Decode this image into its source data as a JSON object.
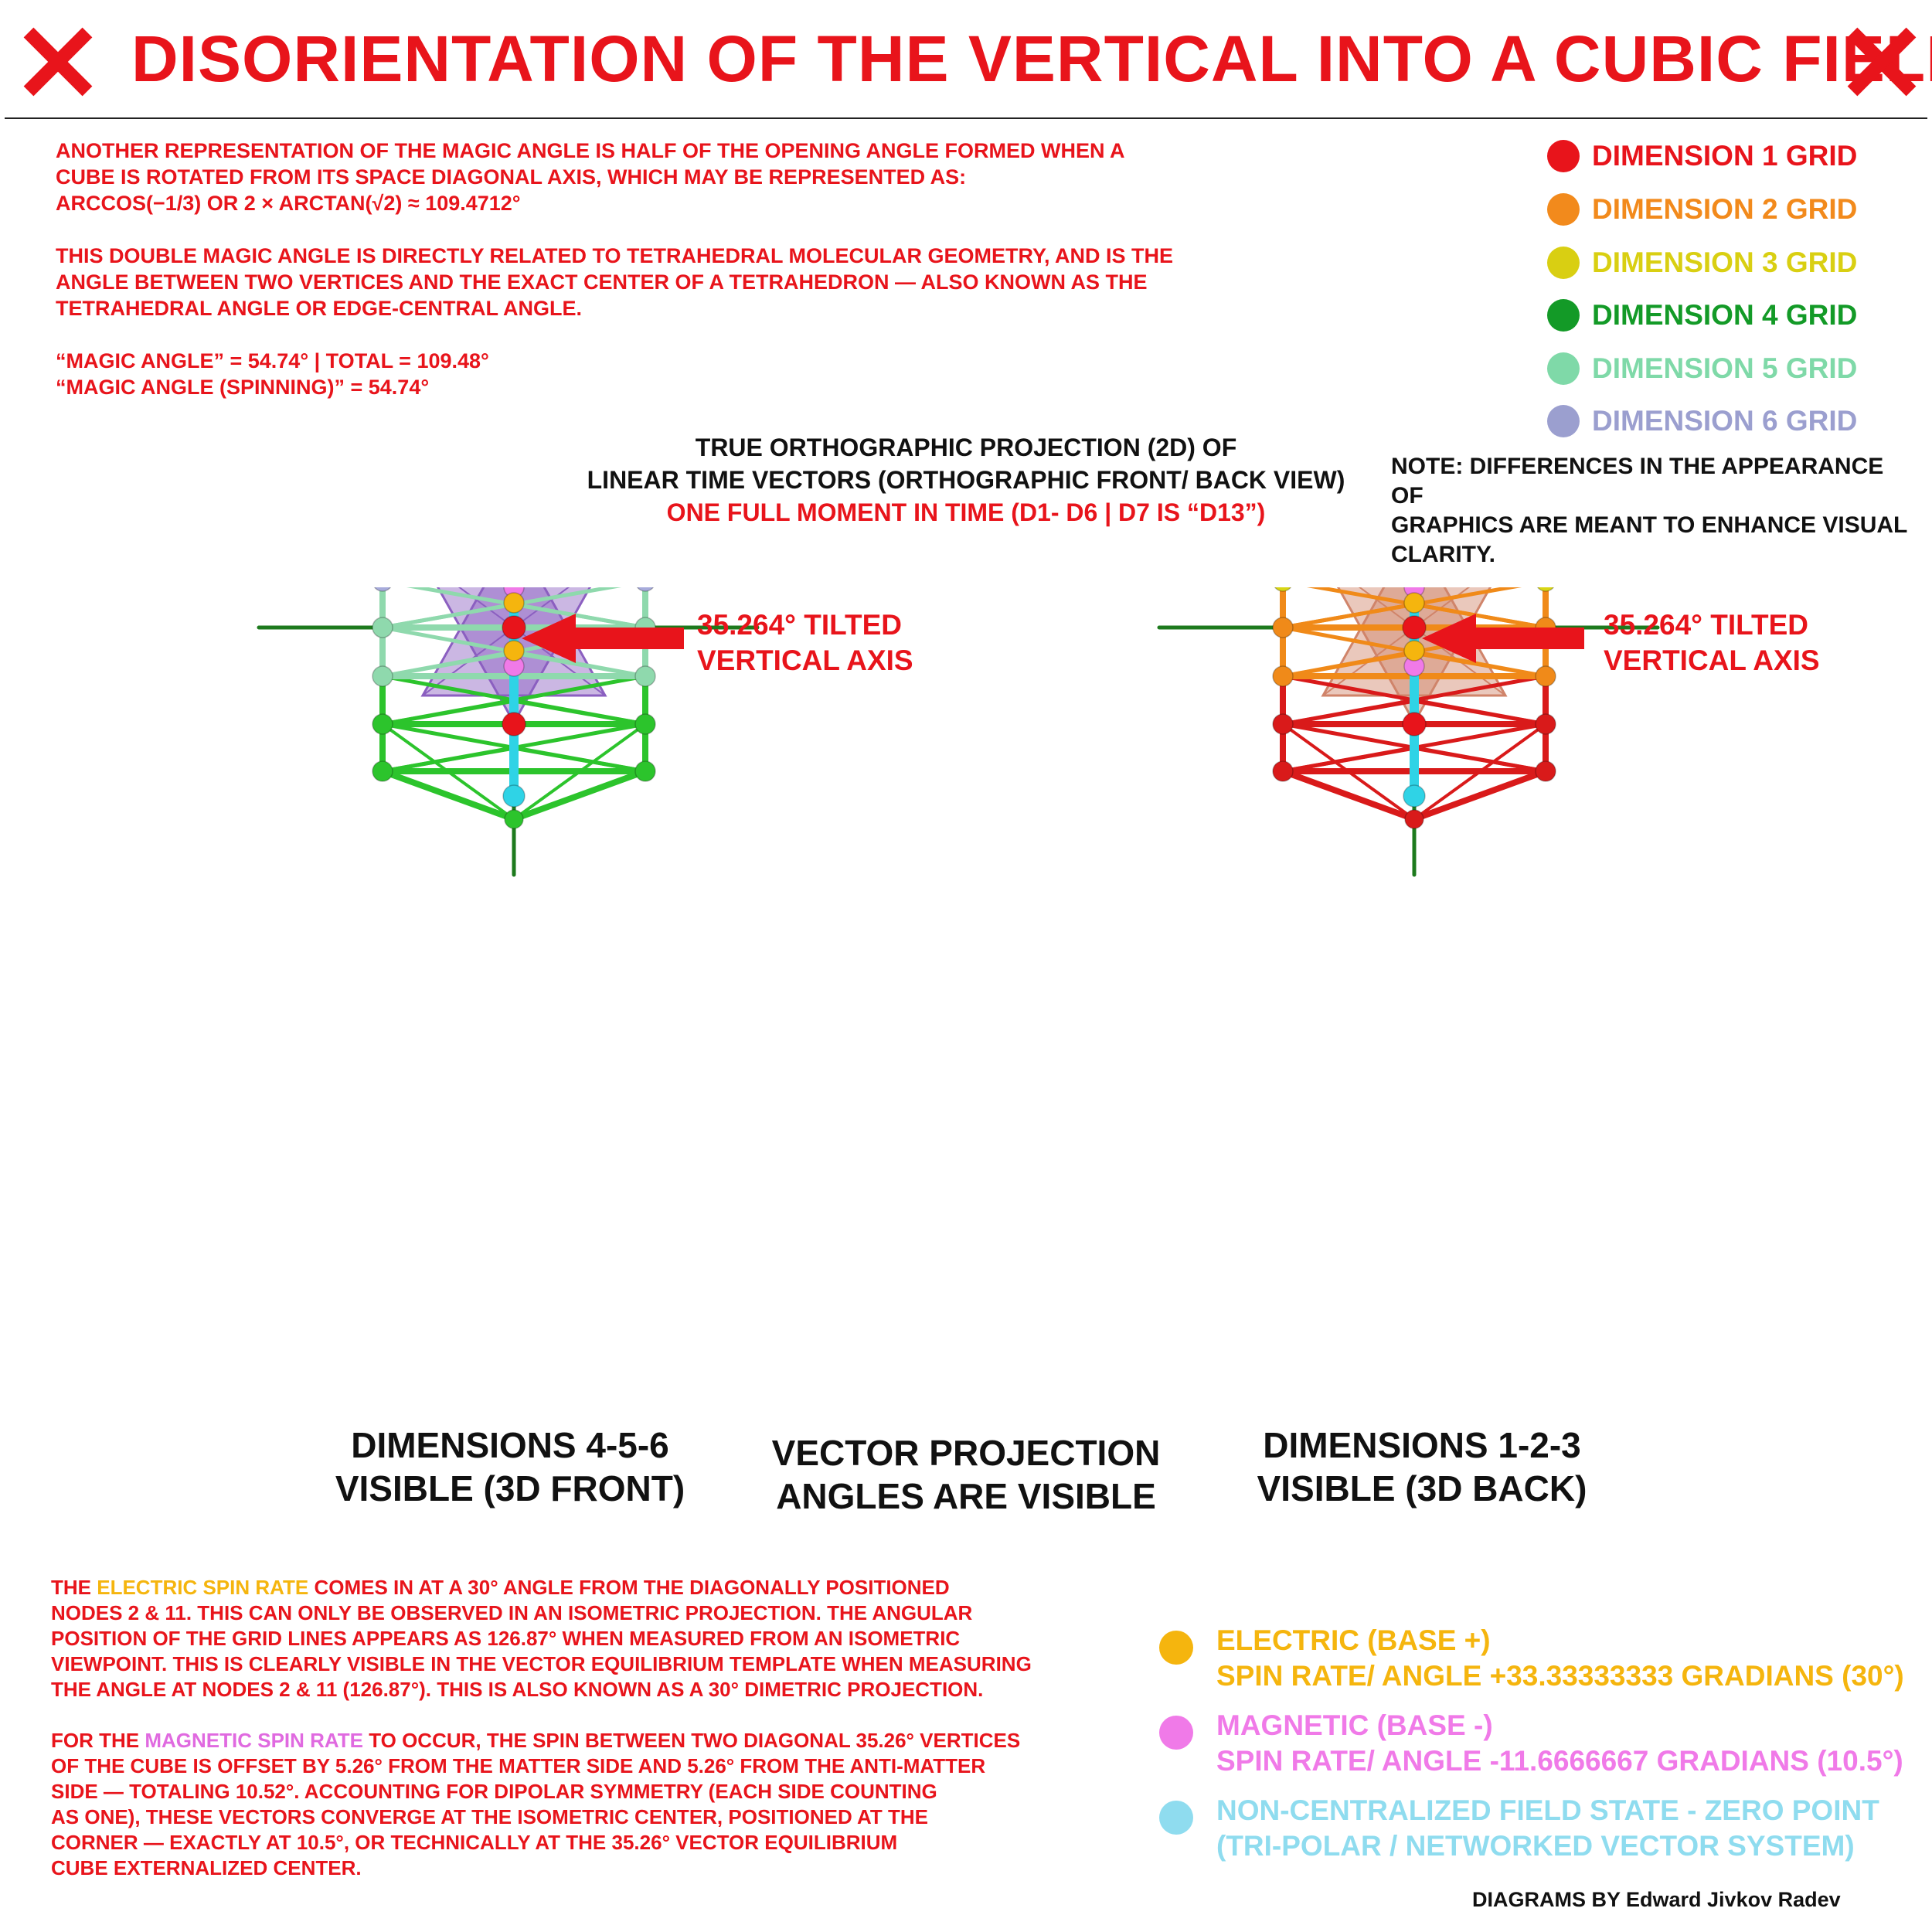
{
  "title": "DISORIENTATION OF THE VERTICAL INTO A CUBIC FIELD",
  "intro": {
    "p1": [
      "ANOTHER REPRESENTATION OF THE MAGIC ANGLE IS HALF OF THE OPENING ANGLE FORMED WHEN A",
      "CUBE IS ROTATED FROM ITS SPACE DIAGONAL AXIS, WHICH MAY BE REPRESENTED AS:",
      "ARCCOS(−1/3) OR 2 × ARCTAN(√2) ≈ 109.4712°"
    ],
    "p2": [
      "THIS DOUBLE MAGIC ANGLE IS DIRECTLY RELATED TO TETRAHEDRAL MOLECULAR GEOMETRY, AND IS THE",
      "ANGLE BETWEEN TWO VERTICES AND THE EXACT CENTER OF A TETRAHEDRON — ALSO KNOWN AS THE",
      "TETRAHEDRAL ANGLE OR EDGE-CENTRAL ANGLE."
    ],
    "p3": [
      "“MAGIC ANGLE” = 54.74° | TOTAL = 109.48°",
      "“MAGIC ANGLE (SPINNING)” = 54.74°"
    ]
  },
  "legend": [
    {
      "label": "DIMENSION 1 GRID",
      "color": "#e8141b"
    },
    {
      "label": "DIMENSION 2 GRID",
      "color": "#f28a1c"
    },
    {
      "label": "DIMENSION 3 GRID",
      "color": "#d9cf12"
    },
    {
      "label": "DIMENSION 4 GRID",
      "color": "#139a27"
    },
    {
      "label": "DIMENSION 5 GRID",
      "color": "#7fd9a8"
    },
    {
      "label": "DIMENSION 6 GRID",
      "color": "#9b9fcf"
    }
  ],
  "center_heading": {
    "line1": "TRUE ORTHOGRAPHIC PROJECTION (2D) OF",
    "line2": "LINEAR TIME VECTORS (ORTHOGRAPHIC FRONT/ BACK VIEW)",
    "line3": "ONE FULL MOMENT IN TIME (D1- D6 | D7 IS “D13”)"
  },
  "note": [
    "NOTE: DIFFERENCES IN THE APPEARANCE OF",
    "GRAPHICS ARE MEANT TO ENHANCE VISUAL",
    "CLARITY."
  ],
  "arrow_label": [
    "35.264° TILTED",
    "VERTICAL AXIS"
  ],
  "captions": {
    "left": [
      "DIMENSIONS 4-5-6",
      "VISIBLE (3D FRONT)"
    ],
    "middle": [
      "VECTOR PROJECTION",
      "ANGLES ARE VISIBLE"
    ],
    "right": [
      "DIMENSIONS 1-2-3",
      "VISIBLE (3D BACK)"
    ]
  },
  "bottom_text": {
    "p1_pre": "THE ",
    "p1_highlight": "ELECTRIC SPIN RATE",
    "p1_lines": [
      " COMES IN AT A 30° ANGLE FROM THE DIAGONALLY POSITIONED",
      "NODES 2 & 11. THIS CAN ONLY BE OBSERVED IN AN ISOMETRIC PROJECTION. THE ANGULAR",
      "POSITION OF THE GRID LINES APPEARS AS 126.87° WHEN MEASURED FROM AN ISOMETRIC",
      "VIEWPOINT. THIS IS CLEARLY VISIBLE IN THE VECTOR EQUILIBRIUM TEMPLATE WHEN MEASURING",
      "THE ANGLE AT NODES 2 & 11 (126.87°). THIS IS ALSO KNOWN AS A 30° DIMETRIC PROJECTION."
    ],
    "p2_pre": "FOR THE ",
    "p2_highlight": "MAGNETIC SPIN RATE",
    "p2_lines": [
      " TO OCCUR, THE SPIN BETWEEN TWO DIAGONAL 35.26° VERTICES",
      "OF THE CUBE IS OFFSET BY 5.26° FROM THE MATTER SIDE AND 5.26° FROM THE ANTI-MATTER",
      "SIDE — TOTALING 10.52°. ACCOUNTING FOR DIPOLAR SYMMETRY (EACH SIDE COUNTING",
      "AS ONE), THESE VECTORS CONVERGE AT THE ISOMETRIC CENTER, POSITIONED AT THE",
      "CORNER — EXACTLY AT 10.5°, OR TECHNICALLY AT THE 35.26° VECTOR EQUILIBRIUM",
      "CUBE EXTERNALIZED CENTER."
    ]
  },
  "bottom_legend": [
    {
      "line1": "ELECTRIC (BASE +)",
      "line2": "SPIN RATE/ ANGLE +33.33333333 GRADIANS (30°)",
      "color": "#f5b50e"
    },
    {
      "line1": "MAGNETIC (BASE -)",
      "line2": "SPIN RATE/ ANGLE -11.6666667 GRADIANS (10.5°)",
      "color": "#f07ae8"
    },
    {
      "line1": "NON-CENTRALIZED FIELD STATE - ZERO POINT",
      "line2": "(TRI-POLAR / NETWORKED VECTOR SYSTEM)",
      "color": "#8fdcef"
    }
  ],
  "credit": "DIAGRAMS BY Edward Jivkov Radev",
  "colors": {
    "title_red": "#e8141b",
    "axis_green": "#1d7a1d",
    "node_cyan": "#2fd3e6",
    "left_top": "#a7abdb",
    "left_mid": "#8fd9ad",
    "left_bot": "#2cc42c",
    "right_top": "#d8d613",
    "right_mid": "#f08a19",
    "right_bot": "#d91a1a",
    "purple_tetra": "#8b5fc0",
    "salmon_tetra": "#d0846a"
  }
}
